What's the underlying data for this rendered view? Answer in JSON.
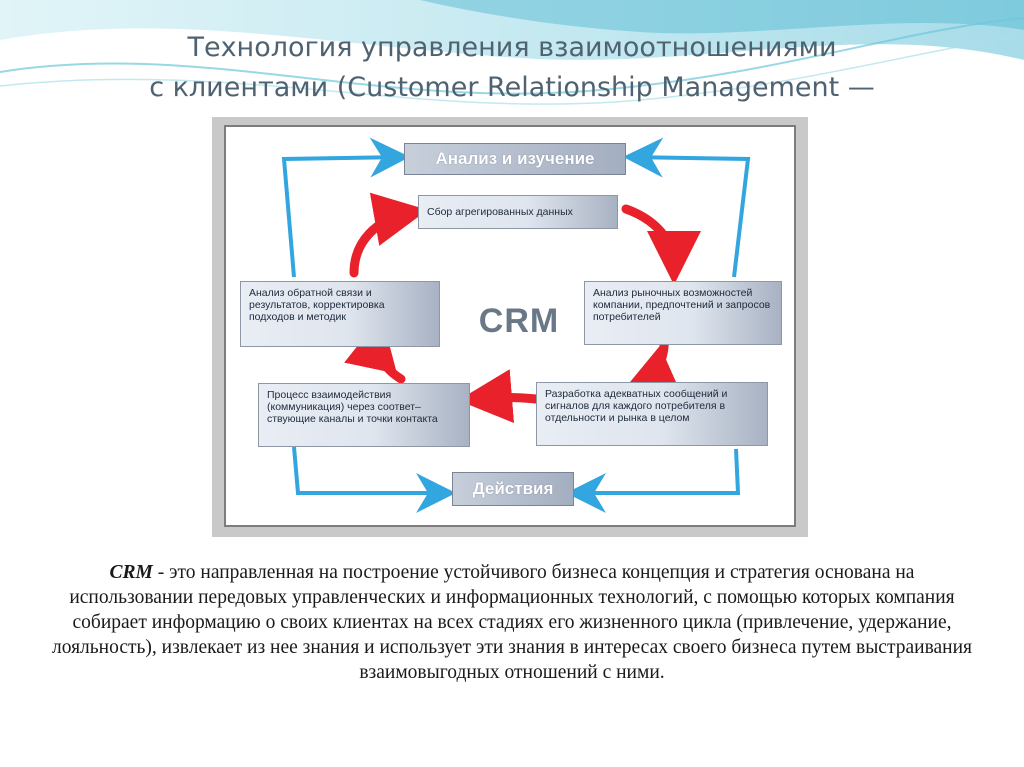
{
  "slide": {
    "title_line1": "Технология управления взаимоотношениями",
    "title_line2": "с клиентами (Customer Relationship Management —"
  },
  "diagram": {
    "center_label": "CRM",
    "top_header": "Анализ и изучение",
    "bottom_header": "Действия",
    "box_collect": "Сбор агрегированных данных",
    "box_market": "Анализ рыночных возможностей компании, предпочтений и запросов потребителей",
    "box_messages": "Разработка адекватных сообщений и сигналов для каждого потребителя в отдельности и рынка в целом",
    "box_interaction": "Процесс взаимодействия (коммуникация) через соответ–ствующие каналы и точки контакта",
    "box_feedback": "Анализ обратной связи и результатов, корректировка подходов и методик",
    "colors": {
      "cycle_arrow": "#e8212b",
      "outer_arrow": "#33a6e0",
      "title": "#4f6271"
    }
  },
  "definition": {
    "term": "CRM",
    "text": " - это направленная на построение устойчивого бизнеса концепция и стратегия основана на использовании передовых управленческих и информационных технологий, с помощью которых компания собирает информацию о своих клиентах на всех стадиях его жизненного цикла (привлечение, удержание, лояльность), извлекает из нее знания и использует эти знания в интересах своего бизнеса путем выстраивания взаимовыгодных отношений с ними."
  }
}
